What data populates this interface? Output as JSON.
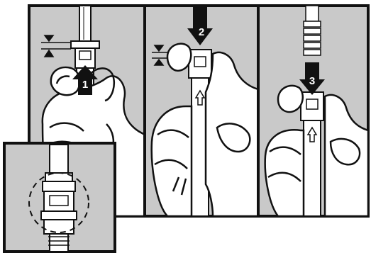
{
  "steps": [
    {
      "number": "1"
    },
    {
      "number": "2"
    },
    {
      "number": "3"
    }
  ],
  "colors": {
    "background": "#ffffff",
    "panel": "#c9c9c9",
    "ink": "#111111",
    "skin": "#ffffff"
  }
}
